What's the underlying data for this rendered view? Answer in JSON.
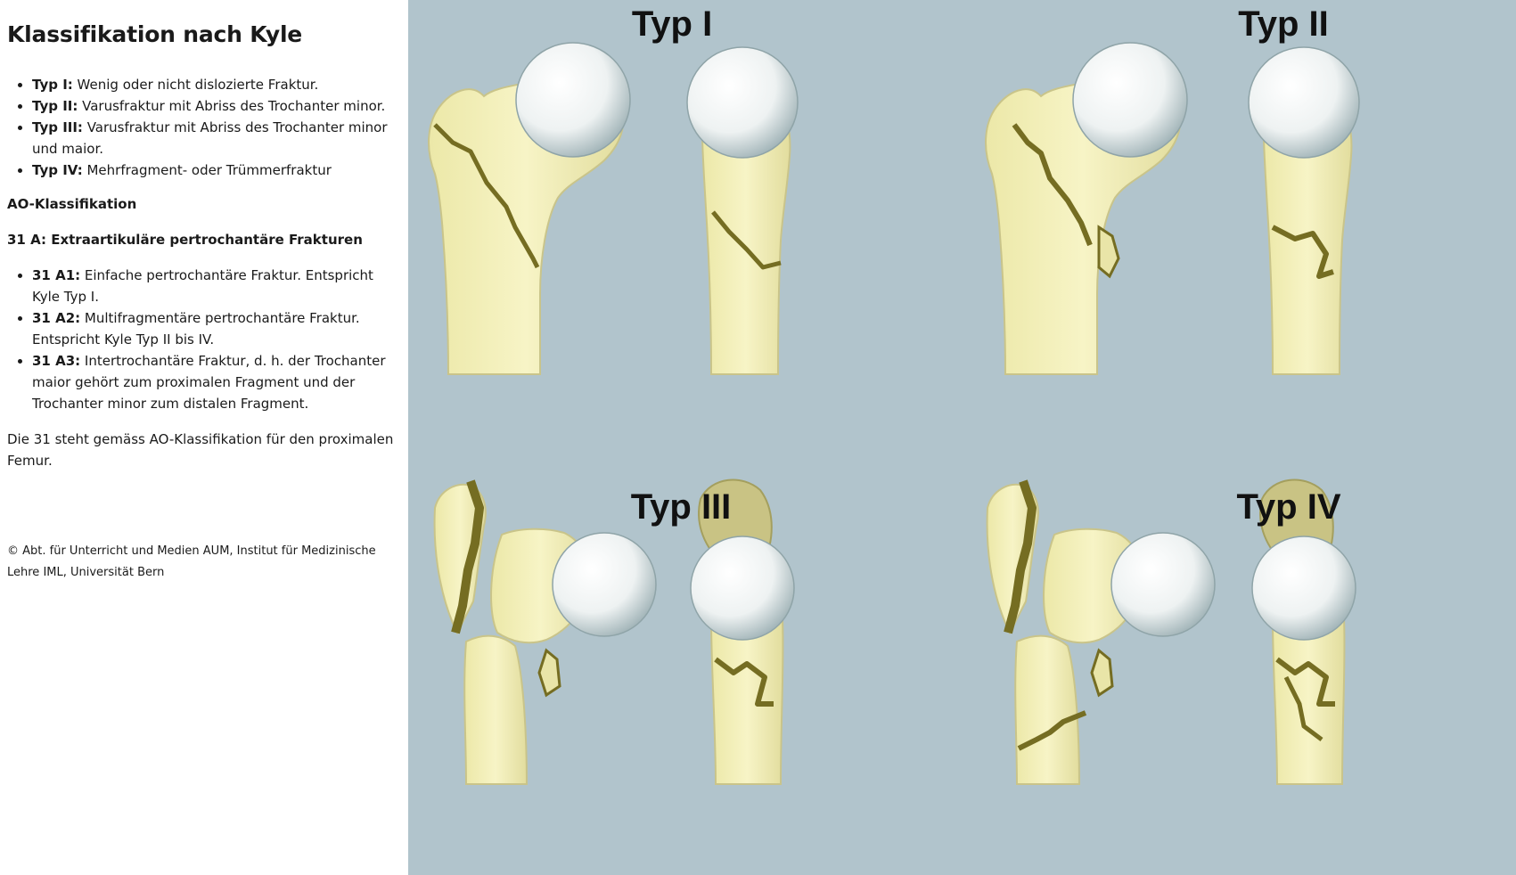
{
  "sidebar": {
    "title": "Klassifikation nach Kyle",
    "kyle_types": [
      {
        "term": "Typ I:",
        "text": " Wenig oder nicht dislozierte Fraktur."
      },
      {
        "term": "Typ II:",
        "text": " Varusfraktur mit Abriss des Trochanter minor."
      },
      {
        "term": "Typ III:",
        "text": " Varusfraktur mit Abriss des Trochanter minor und maior."
      },
      {
        "term": "Typ IV:",
        "text": " Mehrfragment- oder Trümmerfraktur"
      }
    ],
    "ao_heading": "AO-Klassifikation",
    "ao_subheading": "31 A: Extraartikuläre pertrochantäre Frakturen",
    "ao_types": [
      {
        "term": "31 A1:",
        "text": " Einfache pertrochantäre Fraktur. Entspricht Kyle Typ I."
      },
      {
        "term": "31 A2:",
        "text": " Multifragmentäre pertrochantäre Fraktur. Entspricht Kyle Typ II bis IV."
      },
      {
        "term": "31 A3:",
        "text": " Intertrochantäre Fraktur, d. h. der Trochanter maior gehört zum proximalen Fragment und der Trochanter minor zum distalen Fragment."
      }
    ],
    "note": "Die 31 steht gemäss AO-Klassifikation für den proximalen Femur.",
    "credit": "© Abt. für Unterricht und Medien AUM, Institut für Medizinische Lehre IML, Universität Bern"
  },
  "figure": {
    "panels": [
      {
        "label": "Typ I"
      },
      {
        "label": "Typ II"
      },
      {
        "label": "Typ III"
      },
      {
        "label": "Typ IV"
      }
    ],
    "colors": {
      "background": "#b1c4cc",
      "bone": "#f4f1bc",
      "bone_shade": "#dcd79a",
      "fracture": "#756d22",
      "head": "#e9eeee"
    }
  }
}
